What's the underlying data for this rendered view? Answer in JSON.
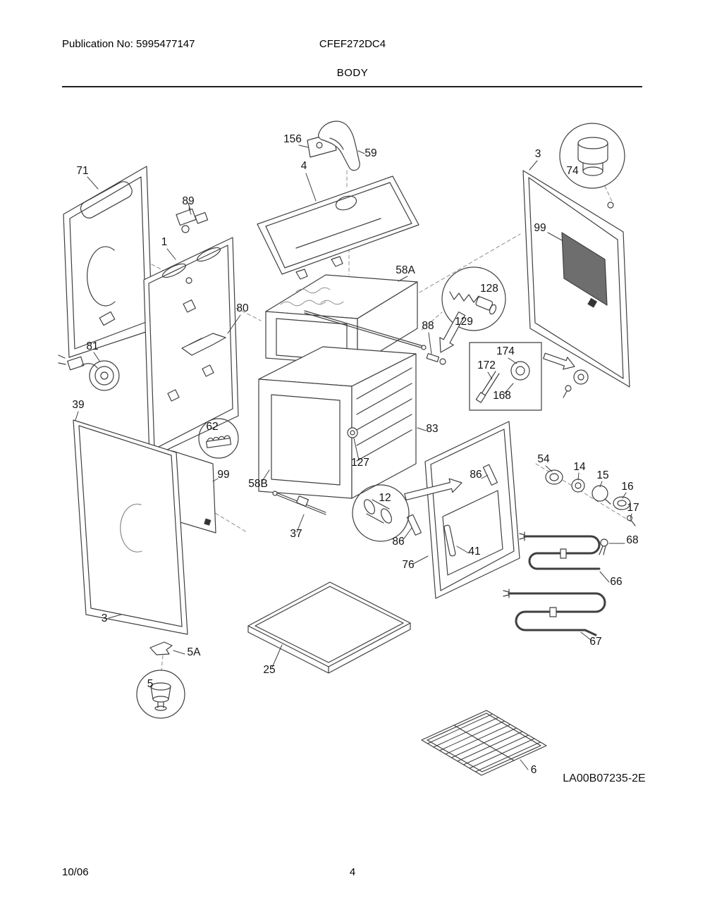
{
  "header": {
    "publication": "Publication No: 5995477147",
    "model": "CFEF272DC4",
    "title": "BODY"
  },
  "diagram": {
    "code": "LA00B07235-2E",
    "callouts": [
      "71",
      "89",
      "1",
      "156",
      "59",
      "4",
      "3",
      "74",
      "99",
      "58A",
      "128",
      "129",
      "88",
      "174",
      "172",
      "168",
      "80",
      "81",
      "39",
      "62",
      "99",
      "58B",
      "83",
      "127",
      "12",
      "37",
      "86",
      "86",
      "41",
      "76",
      "54",
      "14",
      "15",
      "16",
      "17",
      "68",
      "66",
      "67",
      "3",
      "5A",
      "5",
      "25",
      "6"
    ]
  },
  "footer": {
    "date": "10/06",
    "page": "4"
  }
}
